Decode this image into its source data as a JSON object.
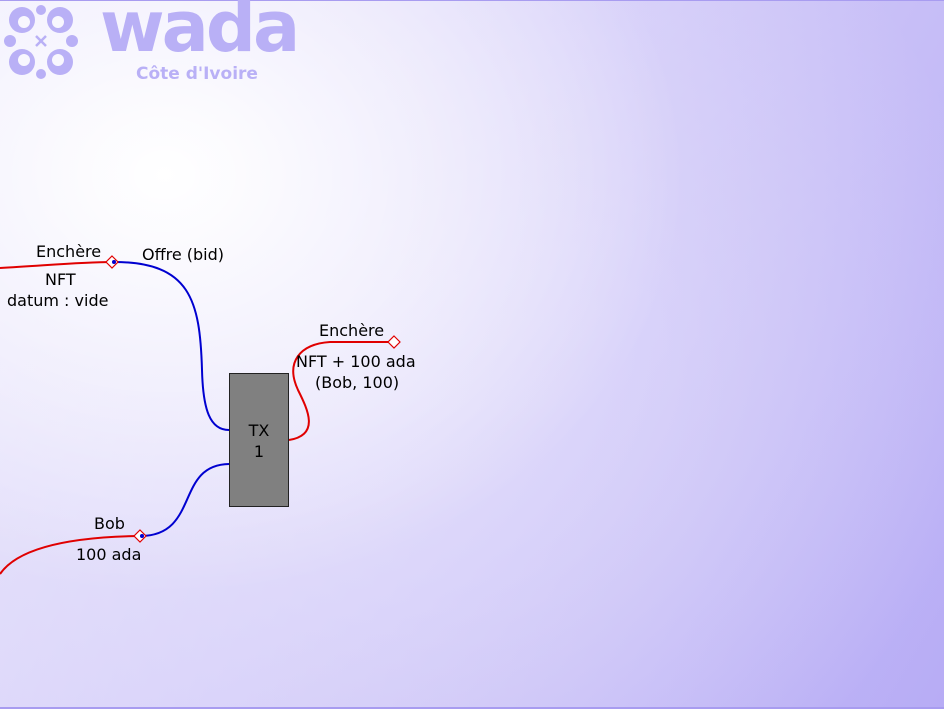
{
  "logo": {
    "name": "wada",
    "subtitle": "Côte d'Ivoire"
  },
  "colors": {
    "utxo_wire": "#e00000",
    "tx_wire": "#0000d0",
    "tx_box": "#808080",
    "logo": "#b9b0f6"
  },
  "transaction": {
    "line1": "TX",
    "line2": "1"
  },
  "inputs": [
    {
      "address": "Enchère",
      "value": "NFT",
      "datum": "datum : vide",
      "redeemer": "Offre (bid)"
    },
    {
      "address": "Bob",
      "value": "100 ada"
    }
  ],
  "outputs": [
    {
      "address": "Enchère",
      "value": "NFT + 100 ada",
      "datum": "(Bob, 100)"
    }
  ]
}
